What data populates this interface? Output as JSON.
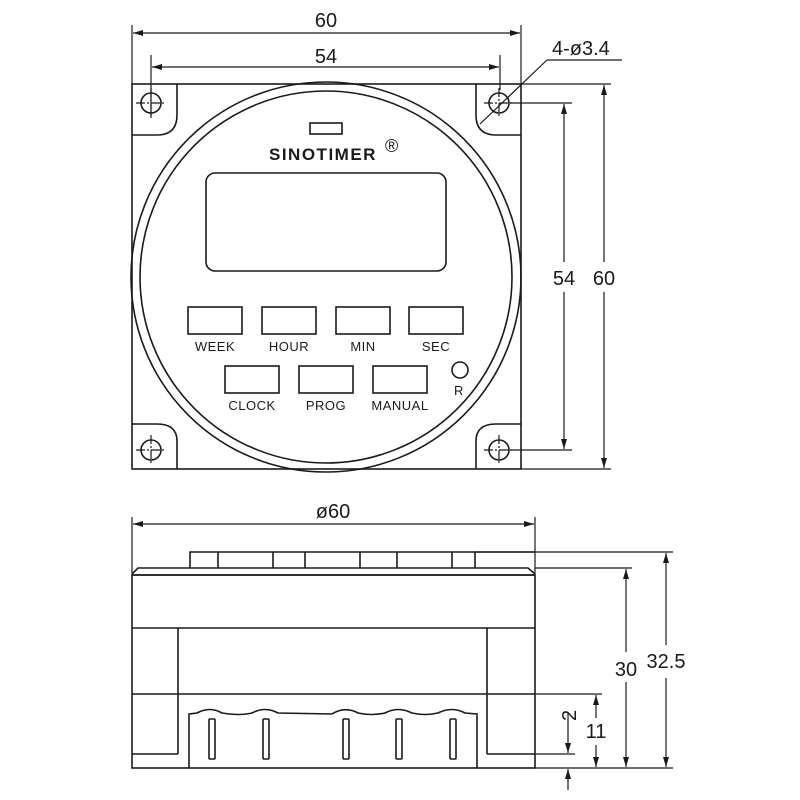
{
  "drawing": {
    "front_view": {
      "brand": "SINOTIMER",
      "registered_mark": "®",
      "buttons_row1": [
        {
          "label": "WEEK"
        },
        {
          "label": "HOUR"
        },
        {
          "label": "MIN"
        },
        {
          "label": "SEC"
        }
      ],
      "buttons_row2": [
        {
          "label": "CLOCK"
        },
        {
          "label": "PROG"
        },
        {
          "label": "MANUAL"
        }
      ],
      "reset_label": "R"
    },
    "dimensions": {
      "overall_width": "60",
      "hole_spacing_width": "54",
      "holes": "4-ø3.4",
      "hole_spacing_height": "54",
      "overall_height": "60",
      "side_diameter": "ø60",
      "body_height": "30",
      "total_height": "32.5",
      "terminal_height": "11",
      "base_offset": "2"
    },
    "colors": {
      "line": "#1a1a1a",
      "background": "#ffffff"
    }
  }
}
